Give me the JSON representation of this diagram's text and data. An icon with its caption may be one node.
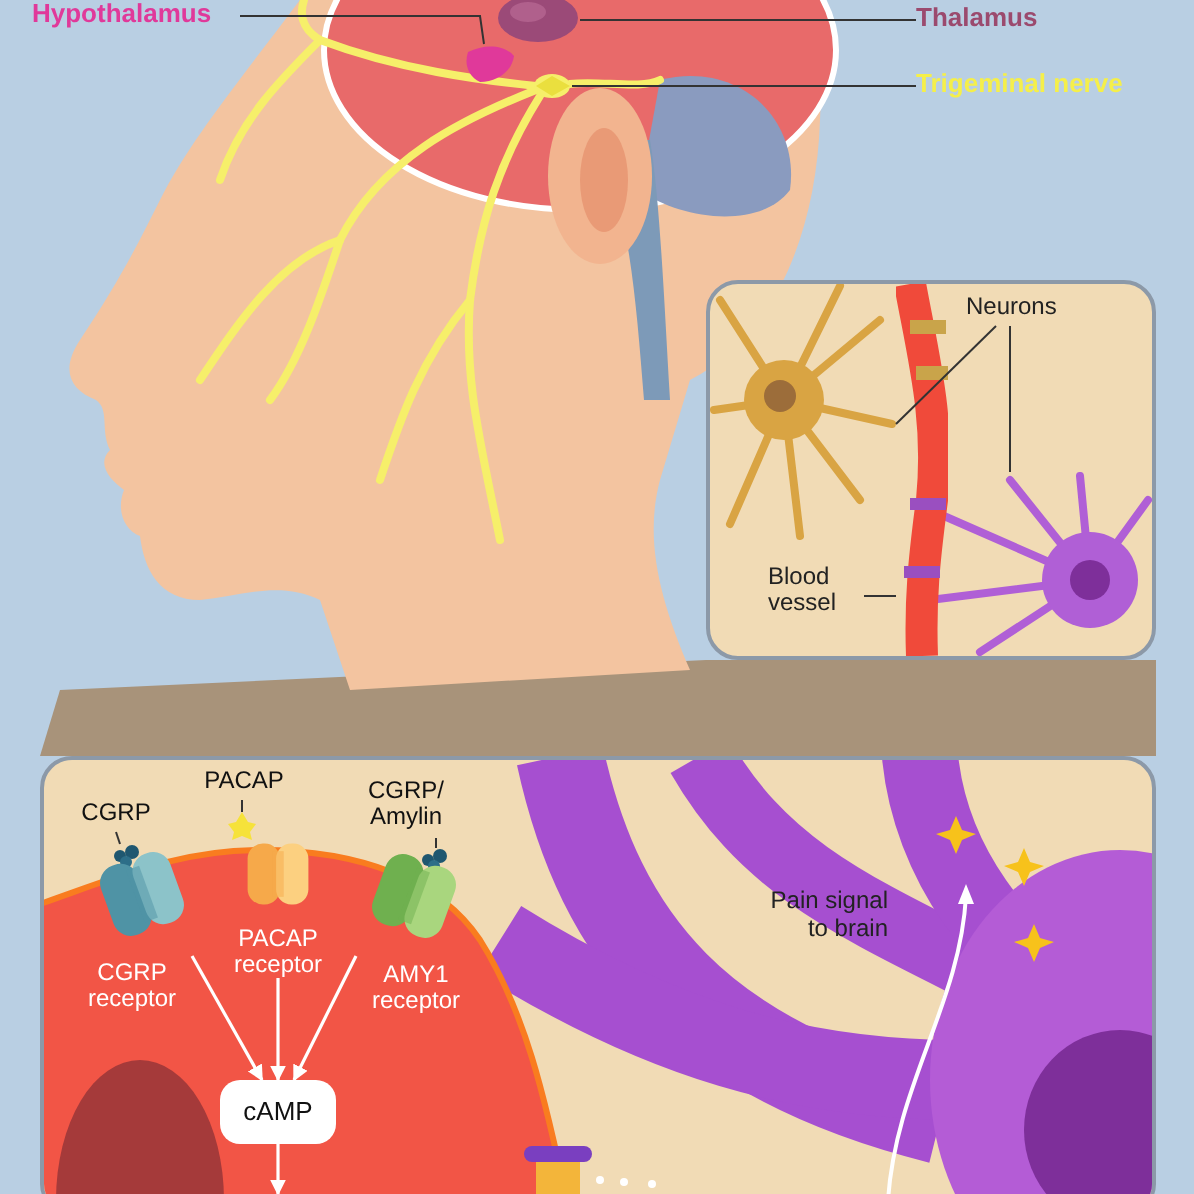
{
  "diagram": {
    "nodes": [
      {
        "text": [
          "Hypothalamus"
        ]
      },
      {
        "text": [],
        "shape": "picture"
      },
      {
        "text": [
          "Thalamus"
        ]
      },
      {
        "text": [],
        "shape": "ellipse"
      },
      {
        "text": [
          "Trigeminal nerve"
        ]
      },
      {
        "text": [],
        "shape": "ellipse"
      },
      {
        "text": [],
        "shape": "box"
      },
      {
        "text": [
          "Neurons"
        ],
        "in": 6
      },
      {
        "text": [],
        "shape": "picture",
        "in": 6
      },
      {
        "text": [],
        "shape": "picture",
        "in": 6
      },
      {
        "text": [
          "Blood vessel"
        ],
        "in": 6
      },
      {
        "text": [],
        "shape": "picture",
        "in": 6
      },
      {
        "text": [],
        "shape": "box"
      },
      {
        "text": [
          "CGRP"
        ],
        "in": 12
      },
      {
        "text": [],
        "shape": "icon",
        "in": 12
      },
      {
        "text": [
          "PACAP"
        ],
        "in": 12
      },
      {
        "text": [],
        "shape": "star",
        "in": 12
      },
      {
        "text": [
          "CGRP/Amylin"
        ],
        "in": 12
      },
      {
        "text": [],
        "shape": "icon",
        "in": 12
      },
      {
        "text": [],
        "shape": "capsule",
        "beside": [
          "CGRP receptor"
        ],
        "in": 12
      },
      {
        "text": [],
        "shape": "capsule",
        "beside": [
          "PACAP receptor"
        ],
        "in": 12
      },
      {
        "text": [],
        "shape": "capsule",
        "beside": [
          "AMY1 receptor"
        ],
        "in": 12
      },
      {
        "text": [
          "cAMP"
        ],
        "in": 12
      }
    ],
    "edges": [
      {
        "from": 0,
        "to": 1,
        "arrow": "none"
      },
      {
        "from": 2,
        "to": 3,
        "arrow": "none"
      },
      {
        "from": 4,
        "to": 5,
        "arrow": "none"
      },
      {
        "from": 7,
        "to": 8,
        "arrow": "none"
      },
      {
        "from": 7,
        "to": 9,
        "arrow": "none"
      },
      {
        "from": 10,
        "to": 11,
        "arrow": "none"
      },
      {
        "from": 13,
        "to": 14,
        "arrow": "none"
      },
      {
        "from": 15,
        "to": 16,
        "arrow": "none"
      },
      {
        "from": 17,
        "to": 18,
        "arrow": "none"
      },
      {
        "from": 19,
        "to": 22,
        "arrow": "to",
        "color": "#ffffff"
      },
      {
        "from": 20,
        "to": 22,
        "arrow": "to",
        "color": "#ffffff"
      },
      {
        "from": 21,
        "to": 22,
        "arrow": "to",
        "color": "#ffffff"
      },
      {
        "from": 22,
        "to": null,
        "arrow": "to",
        "color": "#ffffff"
      }
    ],
    "labels": [
      "Pain signal to brain"
    ]
  }
}
